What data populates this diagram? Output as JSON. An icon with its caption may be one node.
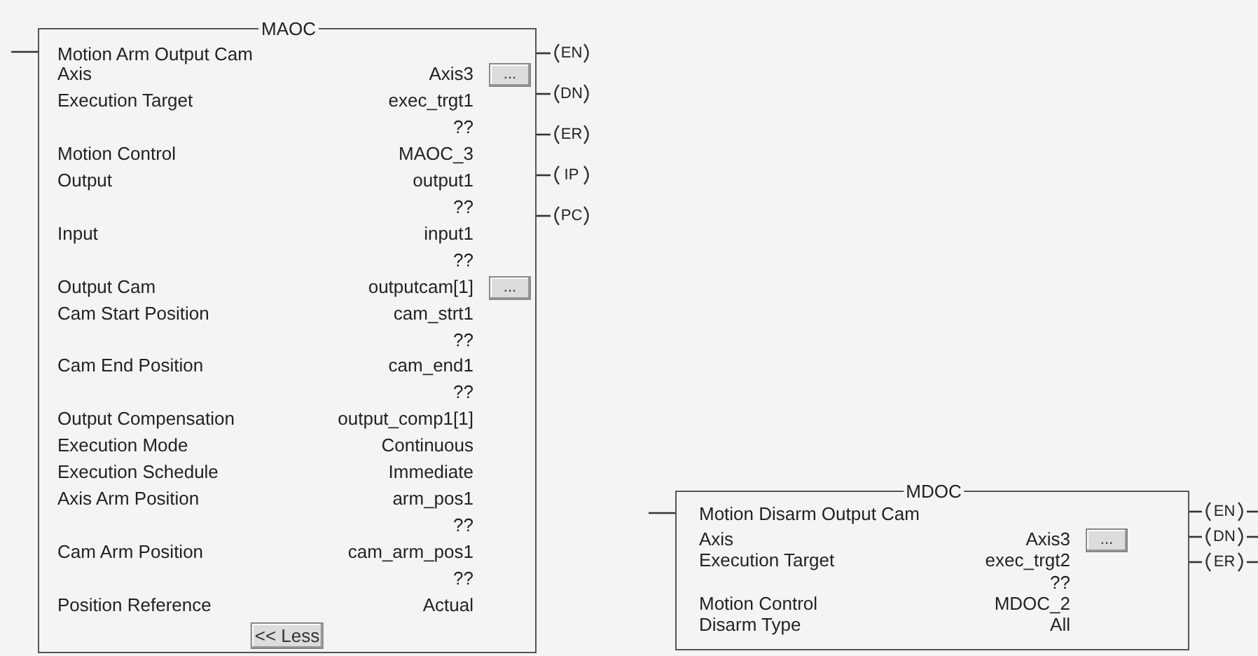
{
  "diagram": {
    "nodes": [
      {
        "text": [
          "MAOC",
          "Motion Arm Output Cam",
          "Axis",
          "Axis3",
          "...",
          "Execution Target",
          "exec_trgt1",
          "??",
          "Motion Control",
          "MAOC_3",
          "Output",
          "output1",
          "??",
          "Input",
          "input1",
          "??",
          "Output Cam",
          "outputcam[1]",
          "...",
          "Cam Start Position",
          "cam_strt1",
          "??",
          "Cam End Position",
          "cam_end1",
          "??",
          "Output Compensation",
          "output_comp1[1]",
          "Execution Mode",
          "Continuous",
          "Execution Schedule",
          "Immediate",
          "Axis Arm Position",
          "arm_pos1",
          "??",
          "Cam Arm Position",
          "cam_arm_pos1",
          "??",
          "Position Reference",
          "Actual",
          "<< Less"
        ]
      },
      {
        "text": [
          "EN"
        ]
      },
      {
        "text": [
          "DN"
        ]
      },
      {
        "text": [
          "ER"
        ]
      },
      {
        "text": [
          "IP"
        ]
      },
      {
        "text": [
          "PC"
        ]
      },
      {
        "text": [
          "MDOC",
          "Motion Disarm Output Cam",
          "Axis",
          "Axis3",
          "...",
          "Execution Target",
          "exec_trgt2",
          "??",
          "Motion Control",
          "MDOC_2",
          "Disarm Type",
          "All"
        ]
      },
      {
        "text": [
          "EN"
        ]
      },
      {
        "text": [
          "DN"
        ]
      },
      {
        "text": [
          "ER"
        ]
      }
    ],
    "edges": [
      {
        "from": null,
        "to": 0,
        "arrow": "none"
      },
      {
        "from": 0,
        "to": 1,
        "arrow": "none"
      },
      {
        "from": 0,
        "to": 2,
        "arrow": "none"
      },
      {
        "from": 0,
        "to": 3,
        "arrow": "none"
      },
      {
        "from": 0,
        "to": 4,
        "arrow": "none"
      },
      {
        "from": 0,
        "to": 5,
        "arrow": "none"
      },
      {
        "from": null,
        "to": 6,
        "arrow": "none"
      },
      {
        "from": 6,
        "to": 7,
        "arrow": "none"
      },
      {
        "from": 6,
        "to": 8,
        "arrow": "none"
      },
      {
        "from": 6,
        "to": 9,
        "arrow": "none"
      },
      {
        "from": 7,
        "to": null,
        "arrow": "none"
      },
      {
        "from": 8,
        "to": null,
        "arrow": "none"
      },
      {
        "from": 9,
        "to": null,
        "arrow": "none"
      }
    ]
  }
}
